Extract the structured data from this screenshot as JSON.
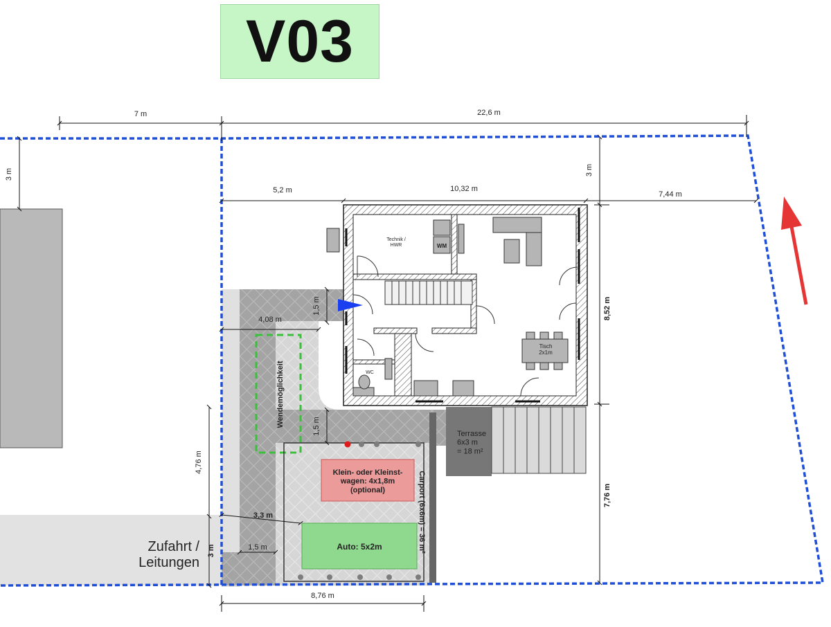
{
  "title": "V03",
  "dimensions": {
    "top_left": "7 m",
    "top_right": "22,6 m",
    "left_setback": "3 m",
    "right_setback": "3 m",
    "house_offset": "5,2 m",
    "house_width": "10,32 m",
    "right_gap": "7,44 m",
    "house_depth": "8,52 m",
    "garden_depth": "7,76 m",
    "entry_width": "1,5 m",
    "turning_width": "4,08 m",
    "path_width": "1,5 m",
    "carport_depth_side": "4,76 m",
    "carport_offset": "3,3 m",
    "driveway_stub": "1,5 m",
    "access_width": "3 m",
    "carport_width": "8,76 m"
  },
  "rooms": {
    "technik": "Technik /\nHWR",
    "wm": "WM",
    "wc": "WC",
    "table": "Tisch\n2x1m",
    "terrace": "Terrasse\n6x3 m\n= 18 m²"
  },
  "labels": {
    "turning": "Wendemöglichkeit",
    "small_car": "Klein- oder Kleinst-\nwagen: 4x1,8m\n(optional)",
    "car": "Auto: 5x2m",
    "carport": "Carport (6x6m) = 36 m²",
    "access": "Zufahrt /\nLeitungen"
  },
  "colors": {
    "boundary": "#1f4fd6",
    "north_arrow": "#e53535",
    "entry_arrow": "#1a3ff0",
    "title_bg": "#c6f5c6",
    "car_box": "#8fd98f",
    "small_car_box": "#ec9b9b",
    "turning_outline": "#3cbf3c",
    "paving": "#9d9d9d",
    "terrace": "#7a7a7a"
  },
  "icons": [
    "north-arrow-icon",
    "entry-arrow-icon"
  ]
}
